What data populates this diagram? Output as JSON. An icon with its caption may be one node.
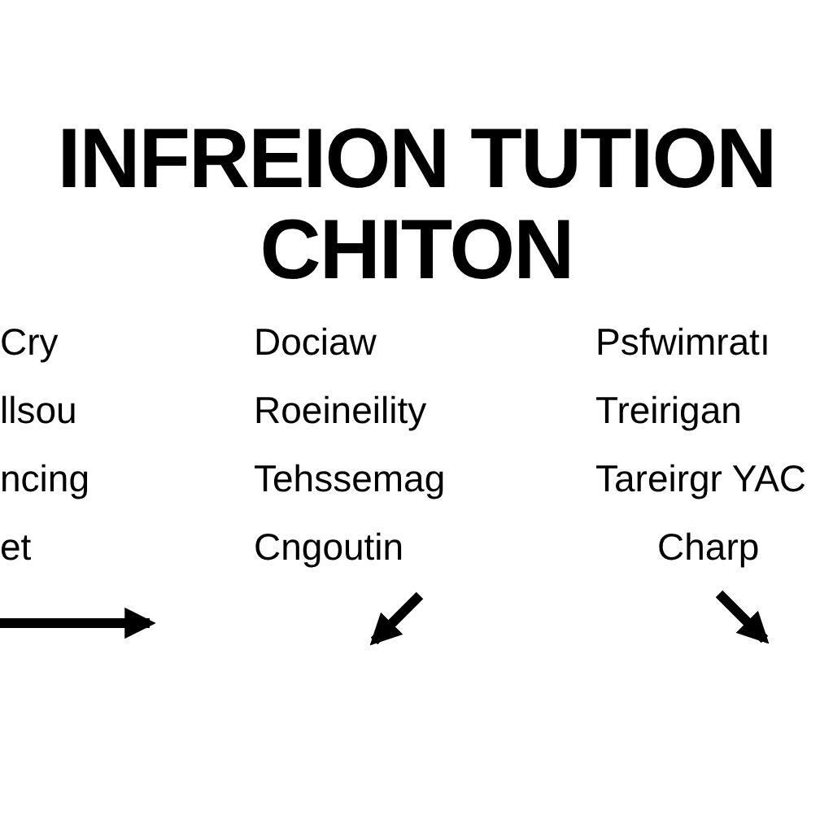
{
  "diagram": {
    "title": "INFREION TUTION CHITON",
    "nodes": [
      {
        "text": [
          "Cry",
          "llsou",
          "ncing",
          "et"
        ]
      },
      {
        "text": [
          "Dociaw",
          "Roeineility",
          "Tehssemag",
          "Cngoutin"
        ]
      },
      {
        "text": [
          "Psfwimratı",
          "Treirigan",
          "Tareirgr YAC",
          "Charp"
        ]
      }
    ]
  }
}
